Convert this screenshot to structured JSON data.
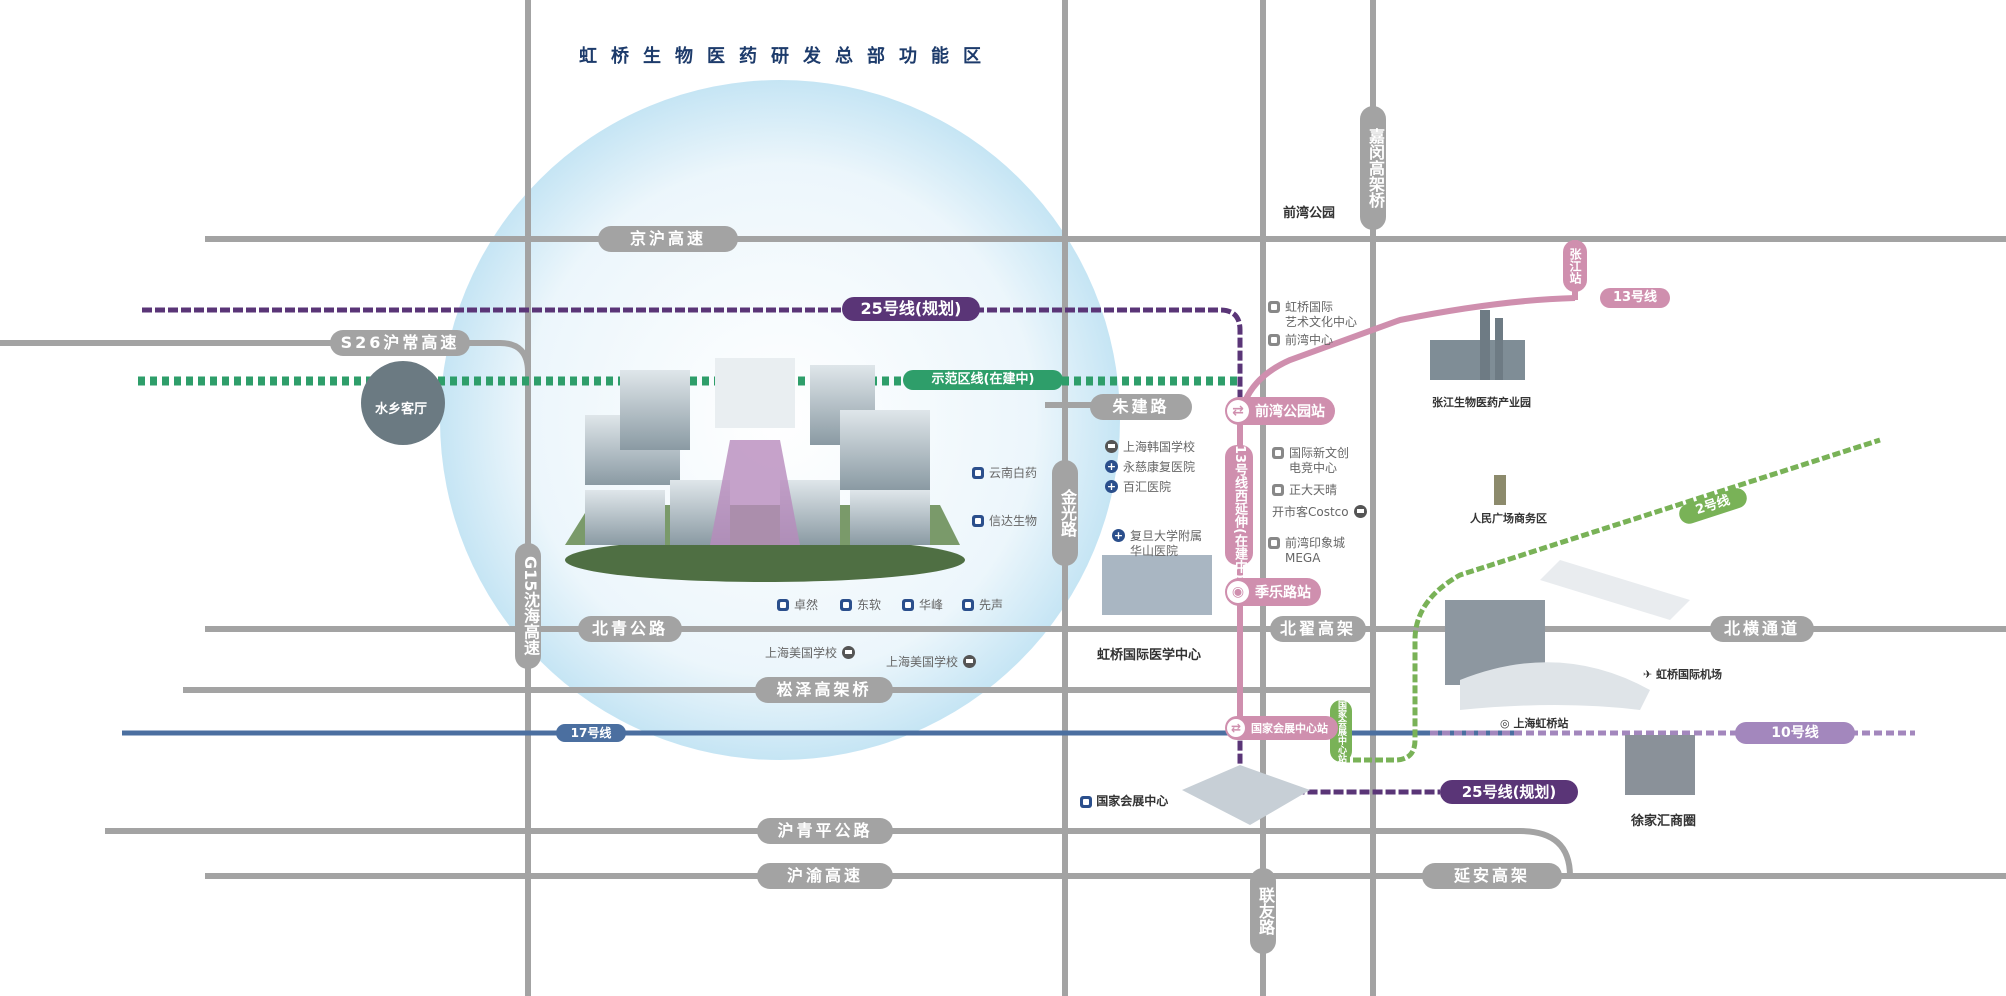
{
  "zone": {
    "title": "虹桥生物医药研发总部功能区"
  },
  "roads": {
    "jinghu": "京沪高速",
    "s26": "S26沪常高速",
    "g15": "G15沈海高速",
    "beiqing": "北青公路",
    "songze": "崧泽高架桥",
    "huqingping": "沪青平公路",
    "huyu": "沪渝高速",
    "zhujian": "朱建路",
    "jinguang": "金光路",
    "jiamin": "嘉闵高架桥",
    "beizhai": "北翟高架",
    "beiheng": "北横通道",
    "yanan": "延安高架",
    "lianyou": "联友路"
  },
  "metro": {
    "line25": "25号线(规划)",
    "line25b": "25号线(规划)",
    "demo": "示范区线(在建中)",
    "line13ext": "13号线西延伸(在建中)",
    "line13": "13号线",
    "line2": "2号线",
    "line17": "17号线",
    "line10": "10号线",
    "demo_station": "国家会展中心站"
  },
  "stations": {
    "qianwan": "前湾公园站",
    "jile": "季乐路站",
    "expo": "国家会展中心站",
    "zhangjiang": "张江站"
  },
  "places": {
    "shuixiang": "水乡客厅",
    "qianwan_park": "前湾公园",
    "zhangjiang_park": "张江生物医药产业园",
    "peoples_square": "人民广场商务区",
    "airport": "虹桥国际机场",
    "hongqiao_station": "上海虹桥站",
    "xujiahui": "徐家汇商圈",
    "expo_center": "国家会展中心",
    "med_center": "虹桥国际医学中心"
  },
  "pois": {
    "yunnan": "云南白药",
    "xinda": "信达生物",
    "zhuoran": "卓然",
    "dongruan": "东软",
    "huafeng": "华峰",
    "xiansheng": "先声",
    "us_school1": "上海美国学校",
    "us_school2": "上海美国学校",
    "korean_school": "上海韩国学校",
    "yongci": "永慈康复医院",
    "baihui": "百汇医院",
    "huashan1": "复旦大学附属",
    "huashan2": "华山医院",
    "hq_art1": "虹桥国际",
    "hq_art2": "艺术文化中心",
    "qianwan_center": "前湾中心",
    "xinwen1": "国际新文创",
    "xinwen2": "电竞中心",
    "zhengda": "正大天晴",
    "costco": "开市客Costco",
    "mega1": "前湾印象城",
    "mega2": "MEGA"
  },
  "colors": {
    "road": "#a3a3a3",
    "line25": "#5a3577",
    "demo": "#2e9e6a",
    "line13": "#cf8fae",
    "line2": "#79b257",
    "line17": "#4b6fa0",
    "line10": "#a387bd",
    "zone": "#cde8f6"
  }
}
